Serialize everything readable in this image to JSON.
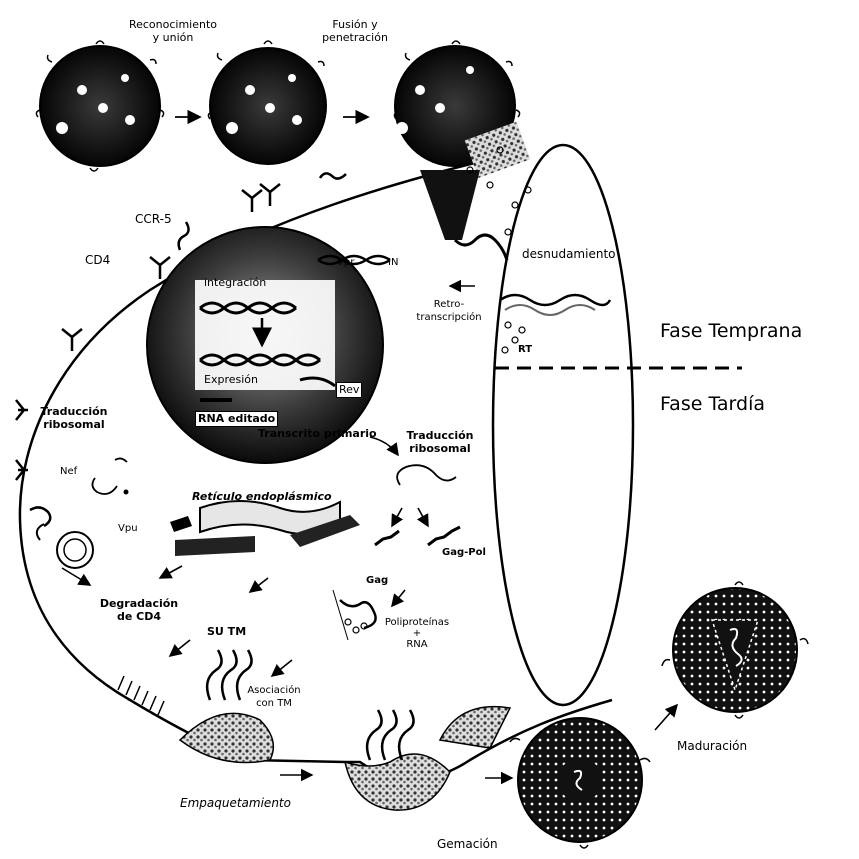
{
  "labels": {
    "reconocimiento": "Reconocimiento\ny unión",
    "fusion": "Fusión y\npenetración",
    "ccr5": "CCR-5",
    "cd4": "CD4",
    "desnudamiento": "desnudamiento",
    "vpr": "Vpr",
    "in": "IN",
    "integracion": "integración",
    "retrotranscripcion": "Retro-\ntranscripción",
    "rt": "RT",
    "expresion": "Expresión",
    "rev": "Rev",
    "rna_editado": "RNA editado",
    "transcrito_primario": "Transcrito primario",
    "traduccion_ribosomal_1": "Traducción\nribosomal",
    "traduccion_ribosomal_2": "Traducción\nribosomal",
    "nef": "Nef",
    "reticulo": "Retículo endoplásmico",
    "vpu": "Vpu",
    "gag": "Gag",
    "gag_pol": "Gag-Pol",
    "degradacion": "Degradación\nde CD4",
    "su_tm": "SU TM",
    "poliproteinas": "Poliproteínas\n+\nRNA",
    "asociacion": "Asociación\ncon TM",
    "empaquetamiento": "Empaquetamiento",
    "gemacion": "Gemación",
    "maduracion": "Maduración"
  },
  "phases": {
    "temprana": "Fase Temprana",
    "tardia": "Fase Tardía"
  }
}
